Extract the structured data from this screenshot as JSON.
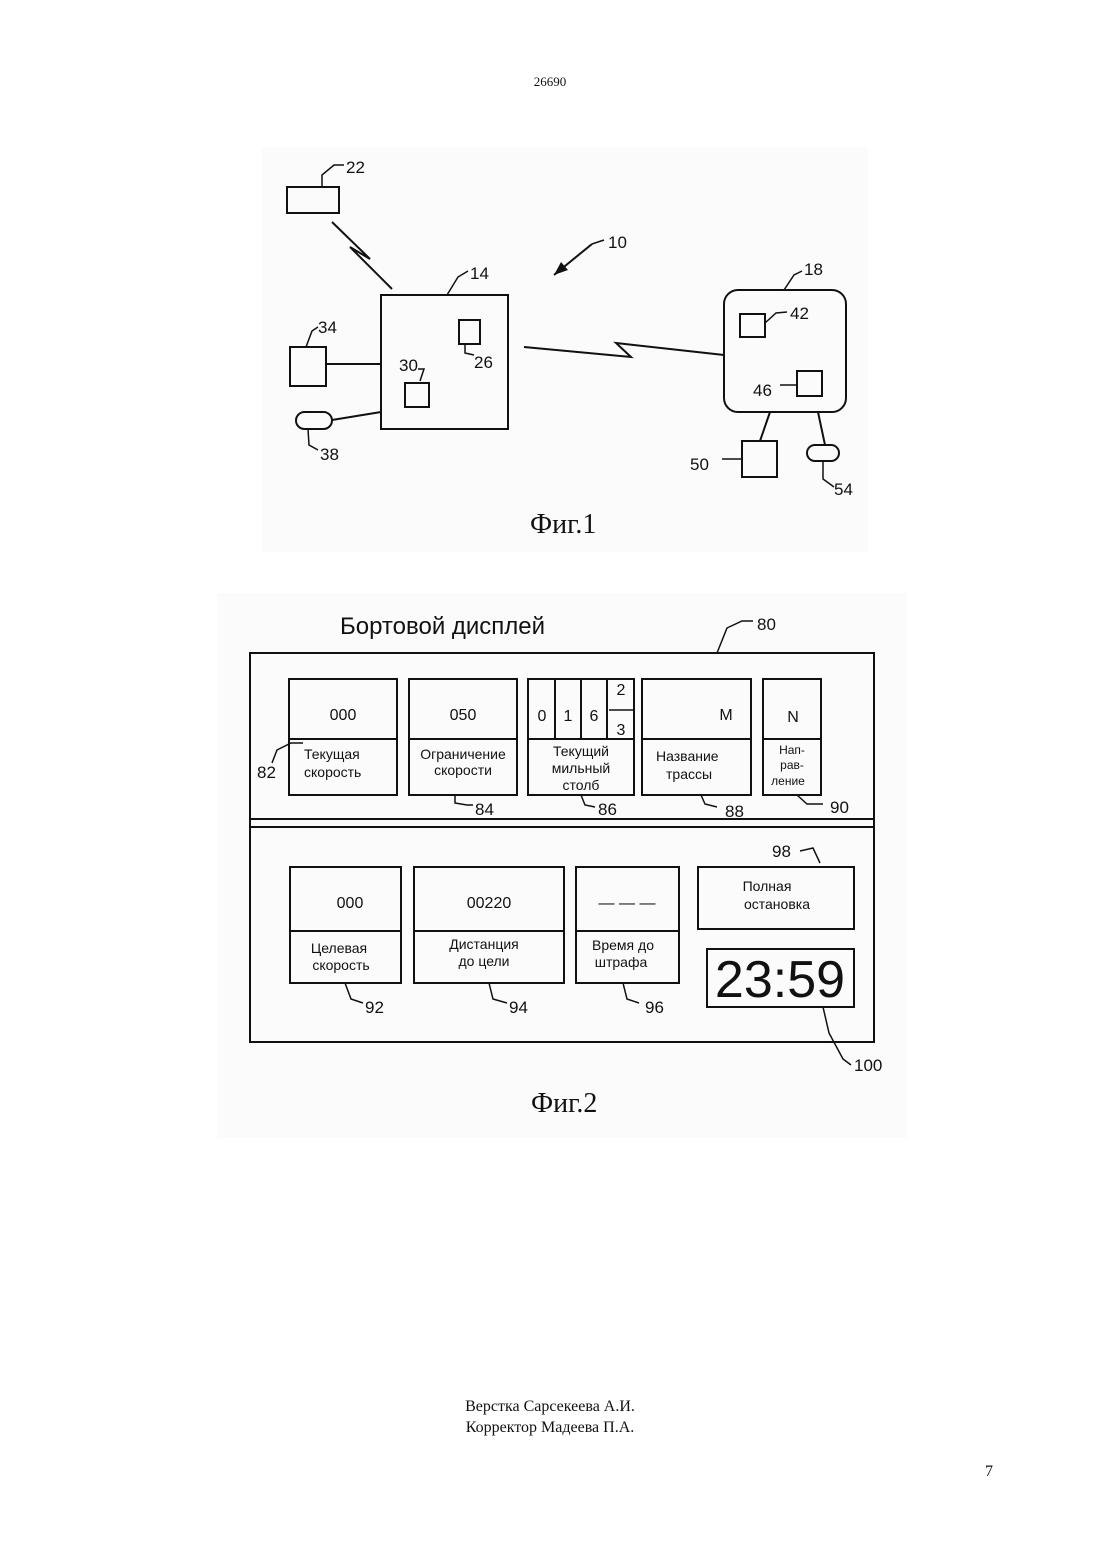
{
  "header": {
    "doc_number": "26690"
  },
  "fig1": {
    "caption": "Фиг.1",
    "labels": {
      "n10": "10",
      "n14": "14",
      "n18": "18",
      "n22": "22",
      "n26": "26",
      "n30": "30",
      "n34": "34",
      "n38": "38",
      "n42": "42",
      "n46": "46",
      "n50": "50",
      "n54": "54"
    }
  },
  "fig2": {
    "title": "Бортовой дисплей",
    "caption": "Фиг.2",
    "refs": {
      "r80": "80",
      "r82": "82",
      "r84": "84",
      "r86": "86",
      "r88": "88",
      "r90": "90",
      "r92": "92",
      "r94": "94",
      "r96": "96",
      "r98": "98",
      "r100": "100"
    },
    "current_speed": {
      "value": "000",
      "label_1": "Текущая",
      "label_2": "скорость"
    },
    "speed_limit": {
      "value": "050",
      "label_1": "Ограничение",
      "label_2": "скорости"
    },
    "milepost": {
      "digits": [
        "0",
        "1",
        "6"
      ],
      "frac_top": "2",
      "frac_bottom": "3",
      "label_1": "Текущий",
      "label_2": "мильный",
      "label_3": "столб"
    },
    "track_name": {
      "value": "M",
      "label_1": "Название",
      "label_2": "трассы"
    },
    "direction": {
      "value": "N",
      "label_1": "Нап-",
      "label_2": "рав-",
      "label_3": "ление"
    },
    "target_speed": {
      "value": "000",
      "label_1": "Целевая",
      "label_2": "скорость"
    },
    "target_distance": {
      "value": "00220",
      "label_1": "Дистанция",
      "label_2": "до цели"
    },
    "penalty_time": {
      "value": "— — —",
      "label_1": "Время до",
      "label_2": "штрафа"
    },
    "full_stop": {
      "label_1": "Полная",
      "label_2": "остановка"
    },
    "clock": {
      "value": "23:59"
    }
  },
  "footer": {
    "credit_1": "Верстка Сарсекеева А.И.",
    "credit_2": "Корректор Мадеева П.А.",
    "page_number": "7"
  }
}
